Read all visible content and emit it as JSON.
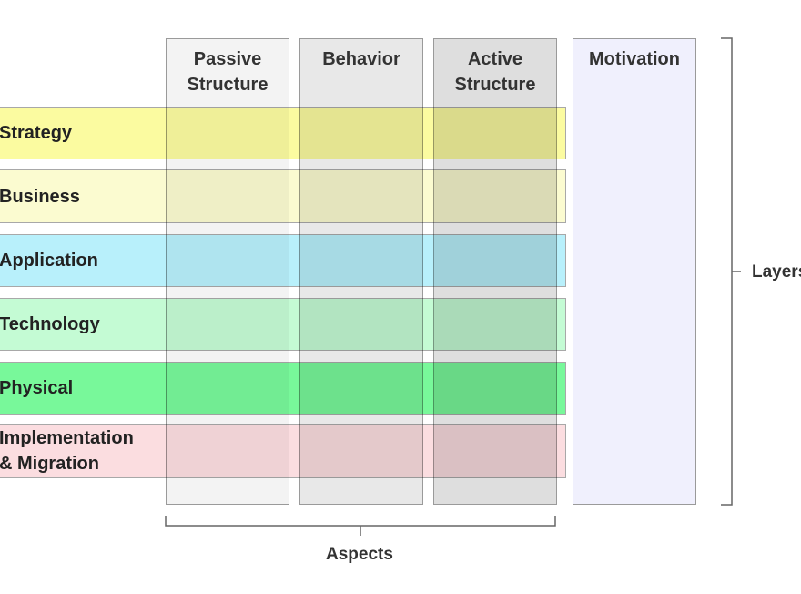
{
  "columns": [
    {
      "label": "Passive\nStructure",
      "color": "#f3f3f3"
    },
    {
      "label": "Behavior",
      "color": "#e8e8e8"
    },
    {
      "label": "Active\nStructure",
      "color": "#dedede"
    },
    {
      "label": "Motivation",
      "color": "#f0f0fd"
    }
  ],
  "layers": [
    {
      "label": "Strategy",
      "color": "#fbfba0"
    },
    {
      "label": "Business",
      "color": "#fbfbd0"
    },
    {
      "label": "Application",
      "color": "#b8f0fb"
    },
    {
      "label": "Technology",
      "color": "#c4fbd4"
    },
    {
      "label": "Physical",
      "color": "#78f89a"
    },
    {
      "label": "Implementation\n& Migration",
      "color": "#fbdde0"
    }
  ],
  "brace_labels": {
    "aspects": "Aspects",
    "layers": "Layers"
  }
}
